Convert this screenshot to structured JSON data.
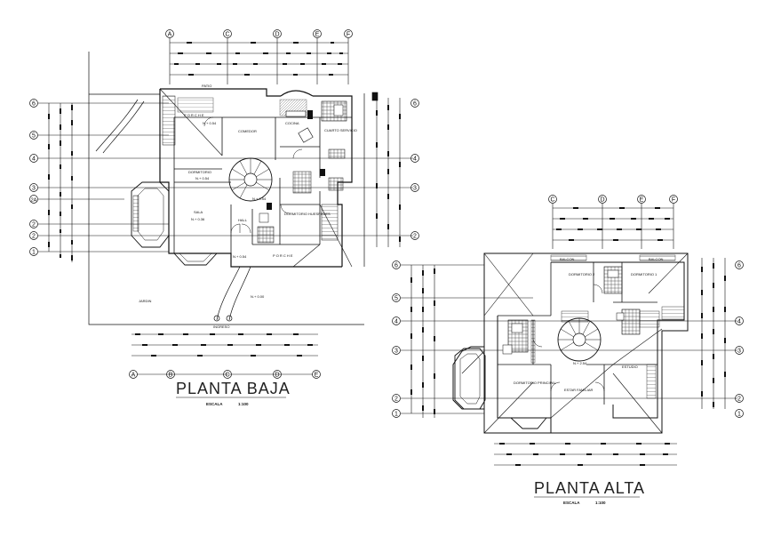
{
  "ground_floor": {
    "title": "PLANTA BAJA",
    "scale_label": "ESCALA",
    "scale_value": "1:100",
    "axes_letters": [
      "A",
      "B",
      "C",
      "D",
      "E",
      "F"
    ],
    "axes_numbers": [
      "1",
      "2",
      "2",
      "2A",
      "3",
      "4",
      "5",
      "6"
    ],
    "rooms": {
      "patio": "PATIO",
      "porche_top": "P O R C H E",
      "comedor": "COMEDOR",
      "cocina": "COCINA",
      "cuarto_servicio": "CUARTO SERVICIO",
      "dormitorio": "DORMITORIO",
      "sala": "SALA",
      "hall": "HALL",
      "dormitorio_huesped": "DORMITORIO HUESPEDES",
      "porche_bottom": "P O R C H E",
      "jardin": "JARDIN",
      "ingreso": "INGRESO"
    },
    "levels": {
      "n1": "N.+ 0.54",
      "n2": "N.+ 0.54",
      "n3": "N.+ 0.36",
      "n4": "N.+ 0.54",
      "n5": "N.+ 0.54",
      "n6": "N.+ 0.00"
    }
  },
  "upper_floor": {
    "title": "PLANTA ALTA",
    "scale_label": "ESCALA",
    "scale_value": "1:100",
    "axes_letters": [
      "C",
      "D",
      "E",
      "F"
    ],
    "axes_numbers": [
      "1",
      "2",
      "3",
      "4",
      "5",
      "6"
    ],
    "rooms": {
      "balcon_left": "BALCON",
      "balcon_right": "BALCON",
      "dormitorio_2": "DORMITORIO 2",
      "dormitorio_1": "DORMITORIO 1",
      "estudio": "ESTUDIO",
      "dormitorio_principal": "DORMITORIO PRINCIPAL",
      "estar_familiar": "ESTAR FAMILIAR"
    },
    "levels": {
      "n1": "N.+ 2.54"
    }
  },
  "colors": {
    "line": "#111111",
    "grid": "#222222",
    "title": "#222222",
    "paper": "#ffffff"
  }
}
